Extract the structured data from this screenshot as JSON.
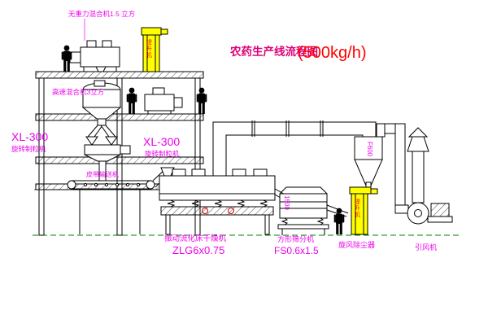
{
  "diagram_title": {
    "name": "农药生产线流程图",
    "capacity": "(500kg/h)"
  },
  "labels": {
    "top_mixer": "无重力混合机1.5 立方",
    "high_speed_mixer": "高速混合机3立方",
    "granulator_left_model": "XL-300",
    "granulator_left_name": "旋转制粒机",
    "granulator_center_model": "XL-300",
    "granulator_center_name": "旋转制粒机",
    "belt_conveyor": "皮带输送机",
    "dryer_name": "振动流化床干燥机",
    "dryer_model": "ZLG6x0.75",
    "sifter_name": "方形筛分机",
    "sifter_model": "FS0.6x1.5",
    "cyclone": "旋风除尘器",
    "fan": "引风机",
    "elevator1": "提升机",
    "elevator2": "提升机",
    "cyclone_dim": "F600",
    "sifter_dim": "1500"
  },
  "colors": {
    "line": "#000000",
    "label": "#ee00ee",
    "title": "#dd0077",
    "capacity": "#ff0000",
    "equipment_highlight": "#ffff00",
    "elevator_text": "#ff0000",
    "ground_line": "#008000",
    "background": "#ffffff"
  }
}
